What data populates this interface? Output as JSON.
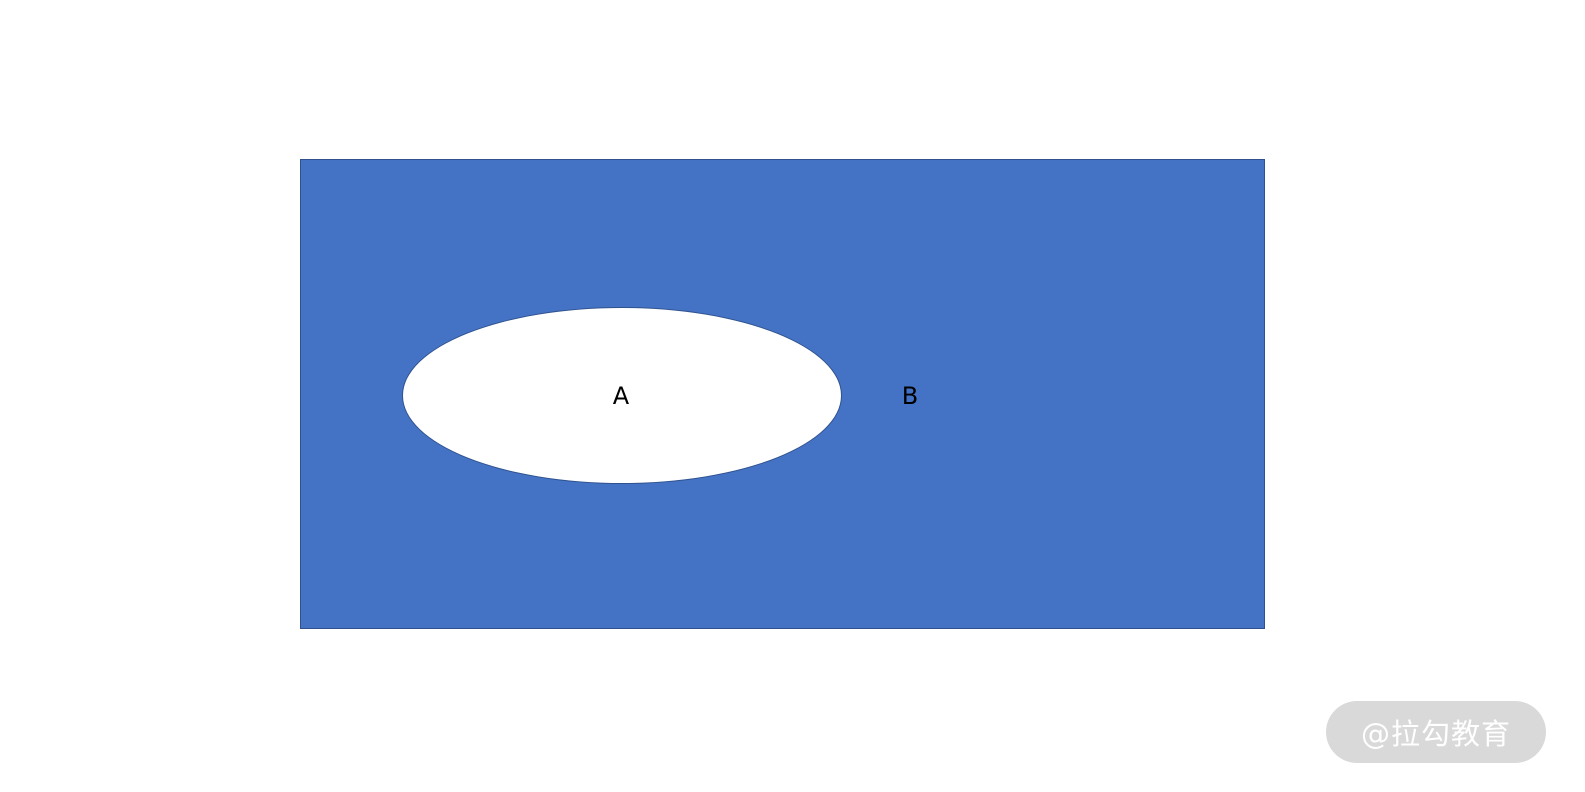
{
  "diagram": {
    "outer_set": {
      "label": "B"
    },
    "inner_set": {
      "label": "A"
    }
  },
  "watermark": {
    "text": "@拉勾教育"
  },
  "colors": {
    "outer_fill": "#4472c4",
    "inner_fill": "#ffffff",
    "watermark_bg": "#d9d9d9",
    "label_color": "#000000"
  }
}
